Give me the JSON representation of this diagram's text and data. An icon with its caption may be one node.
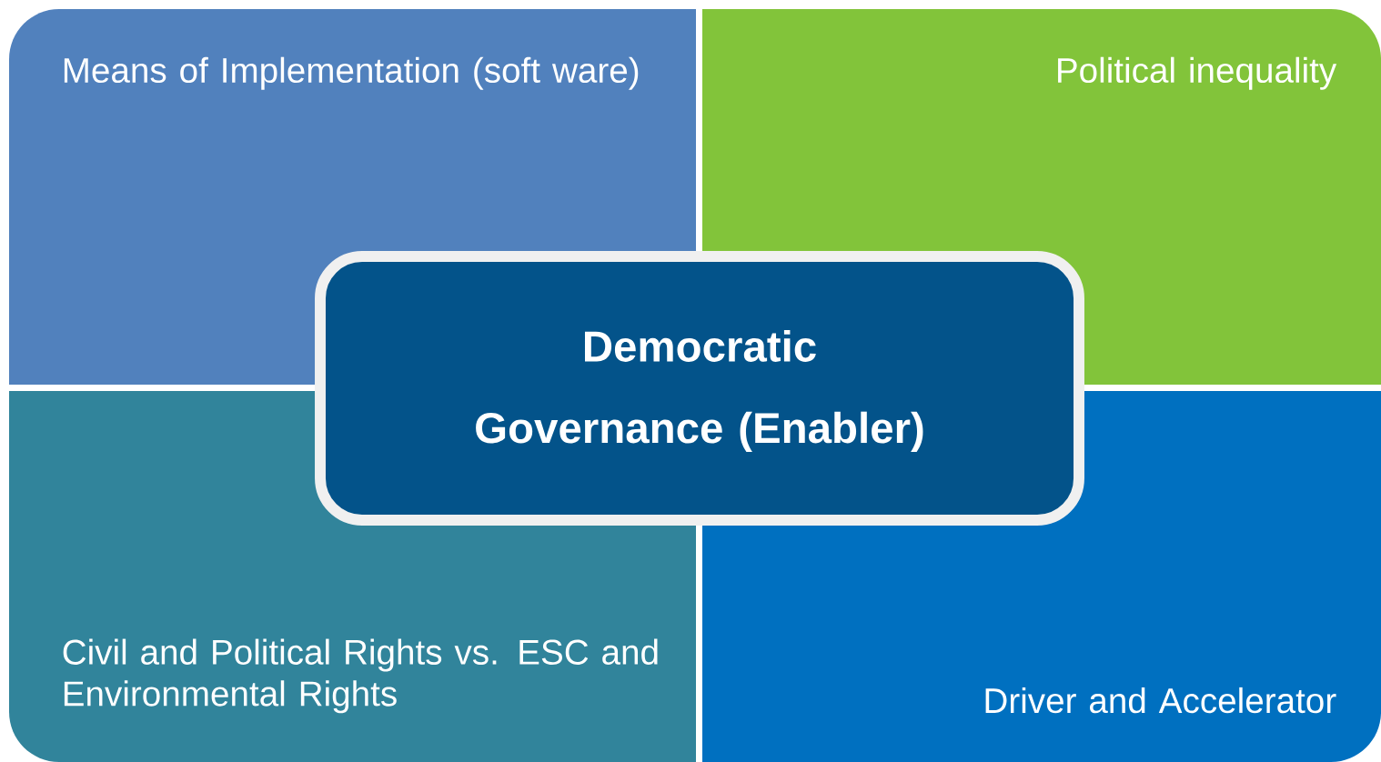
{
  "diagram": {
    "nodes": [
      {
        "text": [
          "Means of Implementation (soft ware)"
        ]
      },
      {
        "text": [
          "Political inequality"
        ]
      },
      {
        "text": [
          "Democratic Governance (Enabler)"
        ]
      },
      {
        "text": [
          "Civil and Political Rights vs. ESC and Environmental Rights"
        ]
      },
      {
        "text": [
          "Driver and Accelerator"
        ]
      }
    ]
  }
}
